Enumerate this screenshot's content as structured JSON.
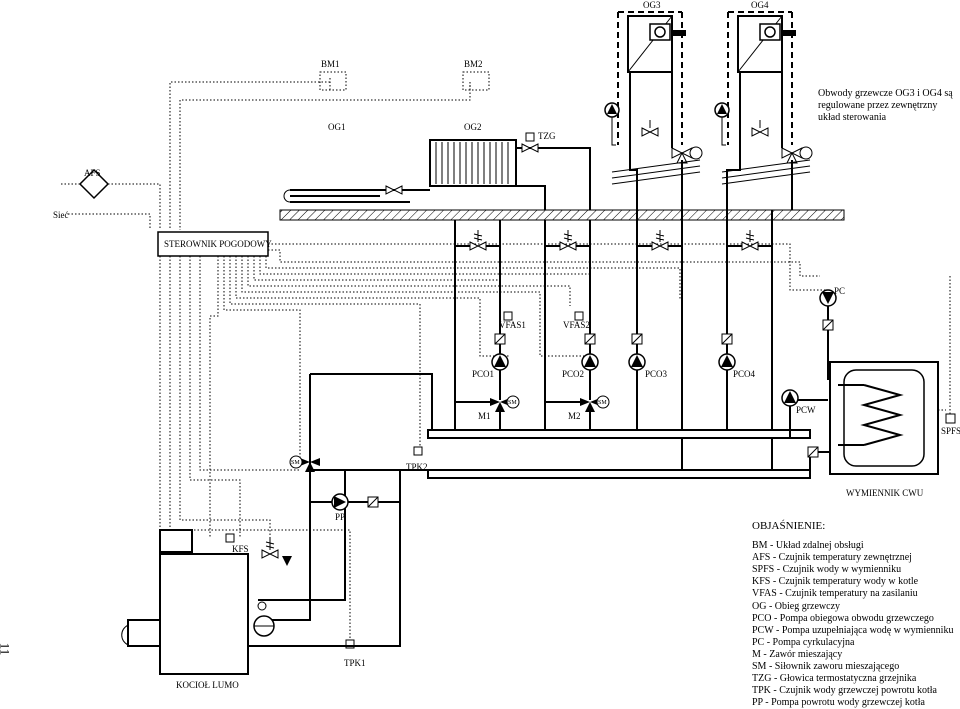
{
  "labels": {
    "og3": "OG3",
    "og4": "OG4",
    "bm1": "BM1",
    "bm2": "BM2",
    "og1": "OG1",
    "og2": "OG2",
    "tzg": "TZG",
    "afs": "AFS",
    "siec": "Sieć",
    "sterownik": "STEROWNIK POGODOWY",
    "pc": "PC",
    "vfas1": "VFAS1",
    "vfas2": "VFAS2",
    "pco1": "PCO1",
    "pco2": "PCO2",
    "pco3": "PCO3",
    "pco4": "PCO4",
    "m1": "M1",
    "m2": "M2",
    "sm": "SM",
    "pcw": "PCW",
    "spfs": "SPFS",
    "tpk2": "TPK2",
    "pp": "PP",
    "kfs": "KFS",
    "tpk1": "TPK1",
    "kociol": "KOCIOŁ LUMO",
    "wymiennik": "WYMIENNIK CWU"
  },
  "note": "Obwody grzewcze OG3 i OG4 są regulowane przez zewnętrzny układ sterowania",
  "side_number": "11",
  "legend": {
    "title": "OBJAŚNIENIE:",
    "items": [
      "BM - Układ zdalnej obsługi",
      "AFS - Czujnik temperatury zewnętrznej",
      "SPFS - Czujnik wody w wymienniku",
      "KFS - Czujnik temperatury wody w kotle",
      "VFAS - Czujnik temperatury na zasilaniu",
      "OG - Obieg grzewczy",
      "PCO - Pompa obiegowa obwodu grzewczego",
      "PCW - Pompa uzupełniająca wodę w wymienniku",
      "PC - Pompa cyrkulacyjna",
      "M - Zawór mieszający",
      "SM - Siłownik zaworu mieszającego",
      "TZG - Głowica termostatyczna grzejnika",
      "TPK - Czujnik wody grzewczej powrotu kotła",
      "PP - Pompa powrotu wody grzewczej kotła"
    ]
  }
}
